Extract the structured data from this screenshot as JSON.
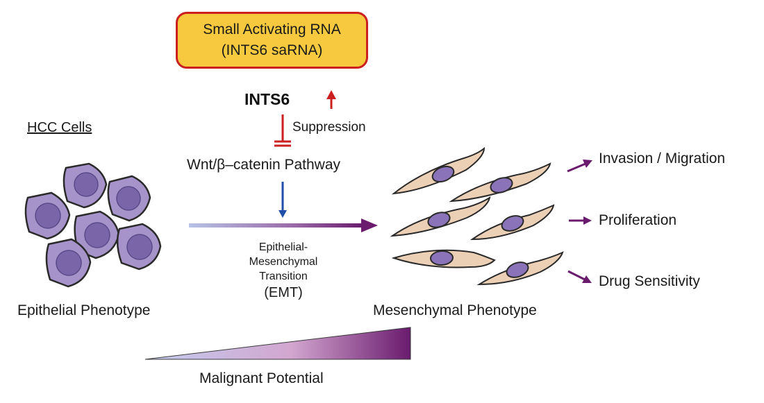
{
  "sarna_box": {
    "line1": "Small Activating RNA",
    "line2": "(INTS6 saRNA)"
  },
  "gene": "INTS6",
  "suppression": "Suppression",
  "pathway": "Wnt/β–catenin Pathway",
  "hcc_title": "HCC Cells",
  "epithelial": "Epithelial Phenotype",
  "mesenchymal": "Mesenchymal Phenotype",
  "emt": {
    "line1": "Epithelial-",
    "line2": "Mesenchymal",
    "line3": "Transition",
    "abbr": "(EMT)"
  },
  "outcomes": [
    "Invasion / Migration",
    "Proliferation",
    "Drug Sensitivity"
  ],
  "malignant": "Malignant Potential",
  "colors": {
    "box_fill": "#f7c93e",
    "box_border": "#cc1f1f",
    "up_arrow": "#cc1f1f",
    "inhibit": "#cc1f1f",
    "down_arrow": "#1f4fa8",
    "cell_body": "#a593c9",
    "cell_nucleus": "#7a65a8",
    "mesen_body": "#ecd0b6",
    "mesen_nucleus": "#8a73b8",
    "outcome_arrow": "#6a1b6e",
    "emt_arrow_start": "#b7c3e6",
    "emt_arrow_end": "#6a1b6e"
  }
}
